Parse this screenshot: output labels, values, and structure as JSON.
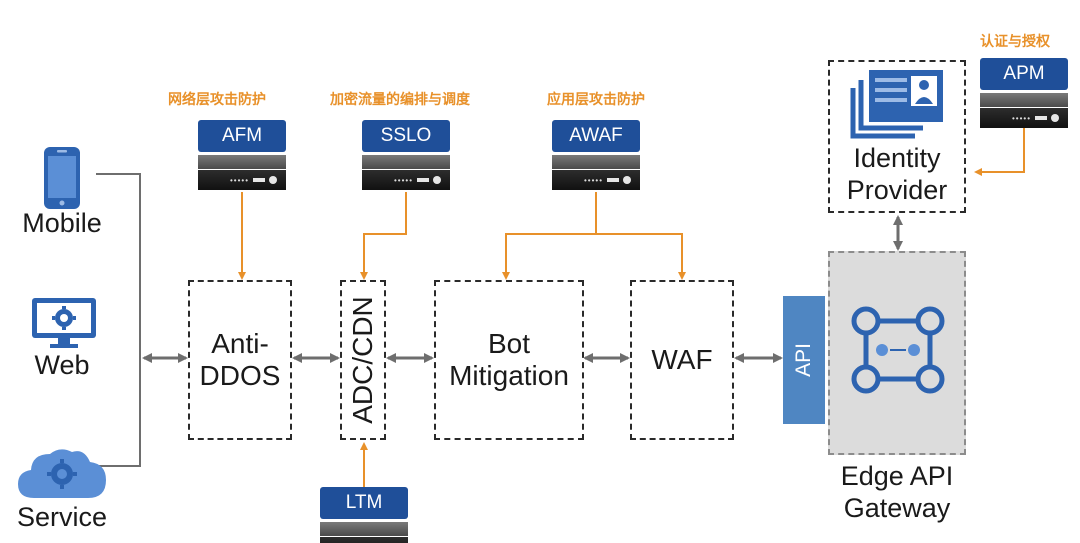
{
  "clients": [
    {
      "label": "Mobile",
      "icon": "mobile-phone-icon"
    },
    {
      "label": "Web",
      "icon": "web-monitor-gear-icon"
    },
    {
      "label": "Service",
      "icon": "cloud-gear-icon"
    }
  ],
  "modules": {
    "afm": {
      "tag": "AFM",
      "caption": "网络层攻击防护"
    },
    "sslo": {
      "tag": "SSLO",
      "caption": "加密流量的编排与调度"
    },
    "awaf": {
      "tag": "AWAF",
      "caption": "应用层攻击防护"
    },
    "apm": {
      "tag": "APM",
      "caption": "认证与授权"
    },
    "ltm": {
      "tag": "LTM"
    }
  },
  "stages": {
    "anti_ddos": "Anti-\nDDOS",
    "adc_cdn": "ADC/CDN",
    "bot_mitigation": "Bot\nMitigation",
    "waf": "WAF"
  },
  "gateway": {
    "api_label": "API",
    "title": "Edge API\nGateway"
  },
  "identity_provider": {
    "title": "Identity\nProvider"
  },
  "colors": {
    "accent_orange": "#e8912a",
    "tag_blue": "#1f4f99",
    "icon_blue": "#2d63b0",
    "api_bar": "#4f86c2",
    "connector_gray": "#6e6e6e",
    "gateway_fill": "#dcdcdc"
  }
}
